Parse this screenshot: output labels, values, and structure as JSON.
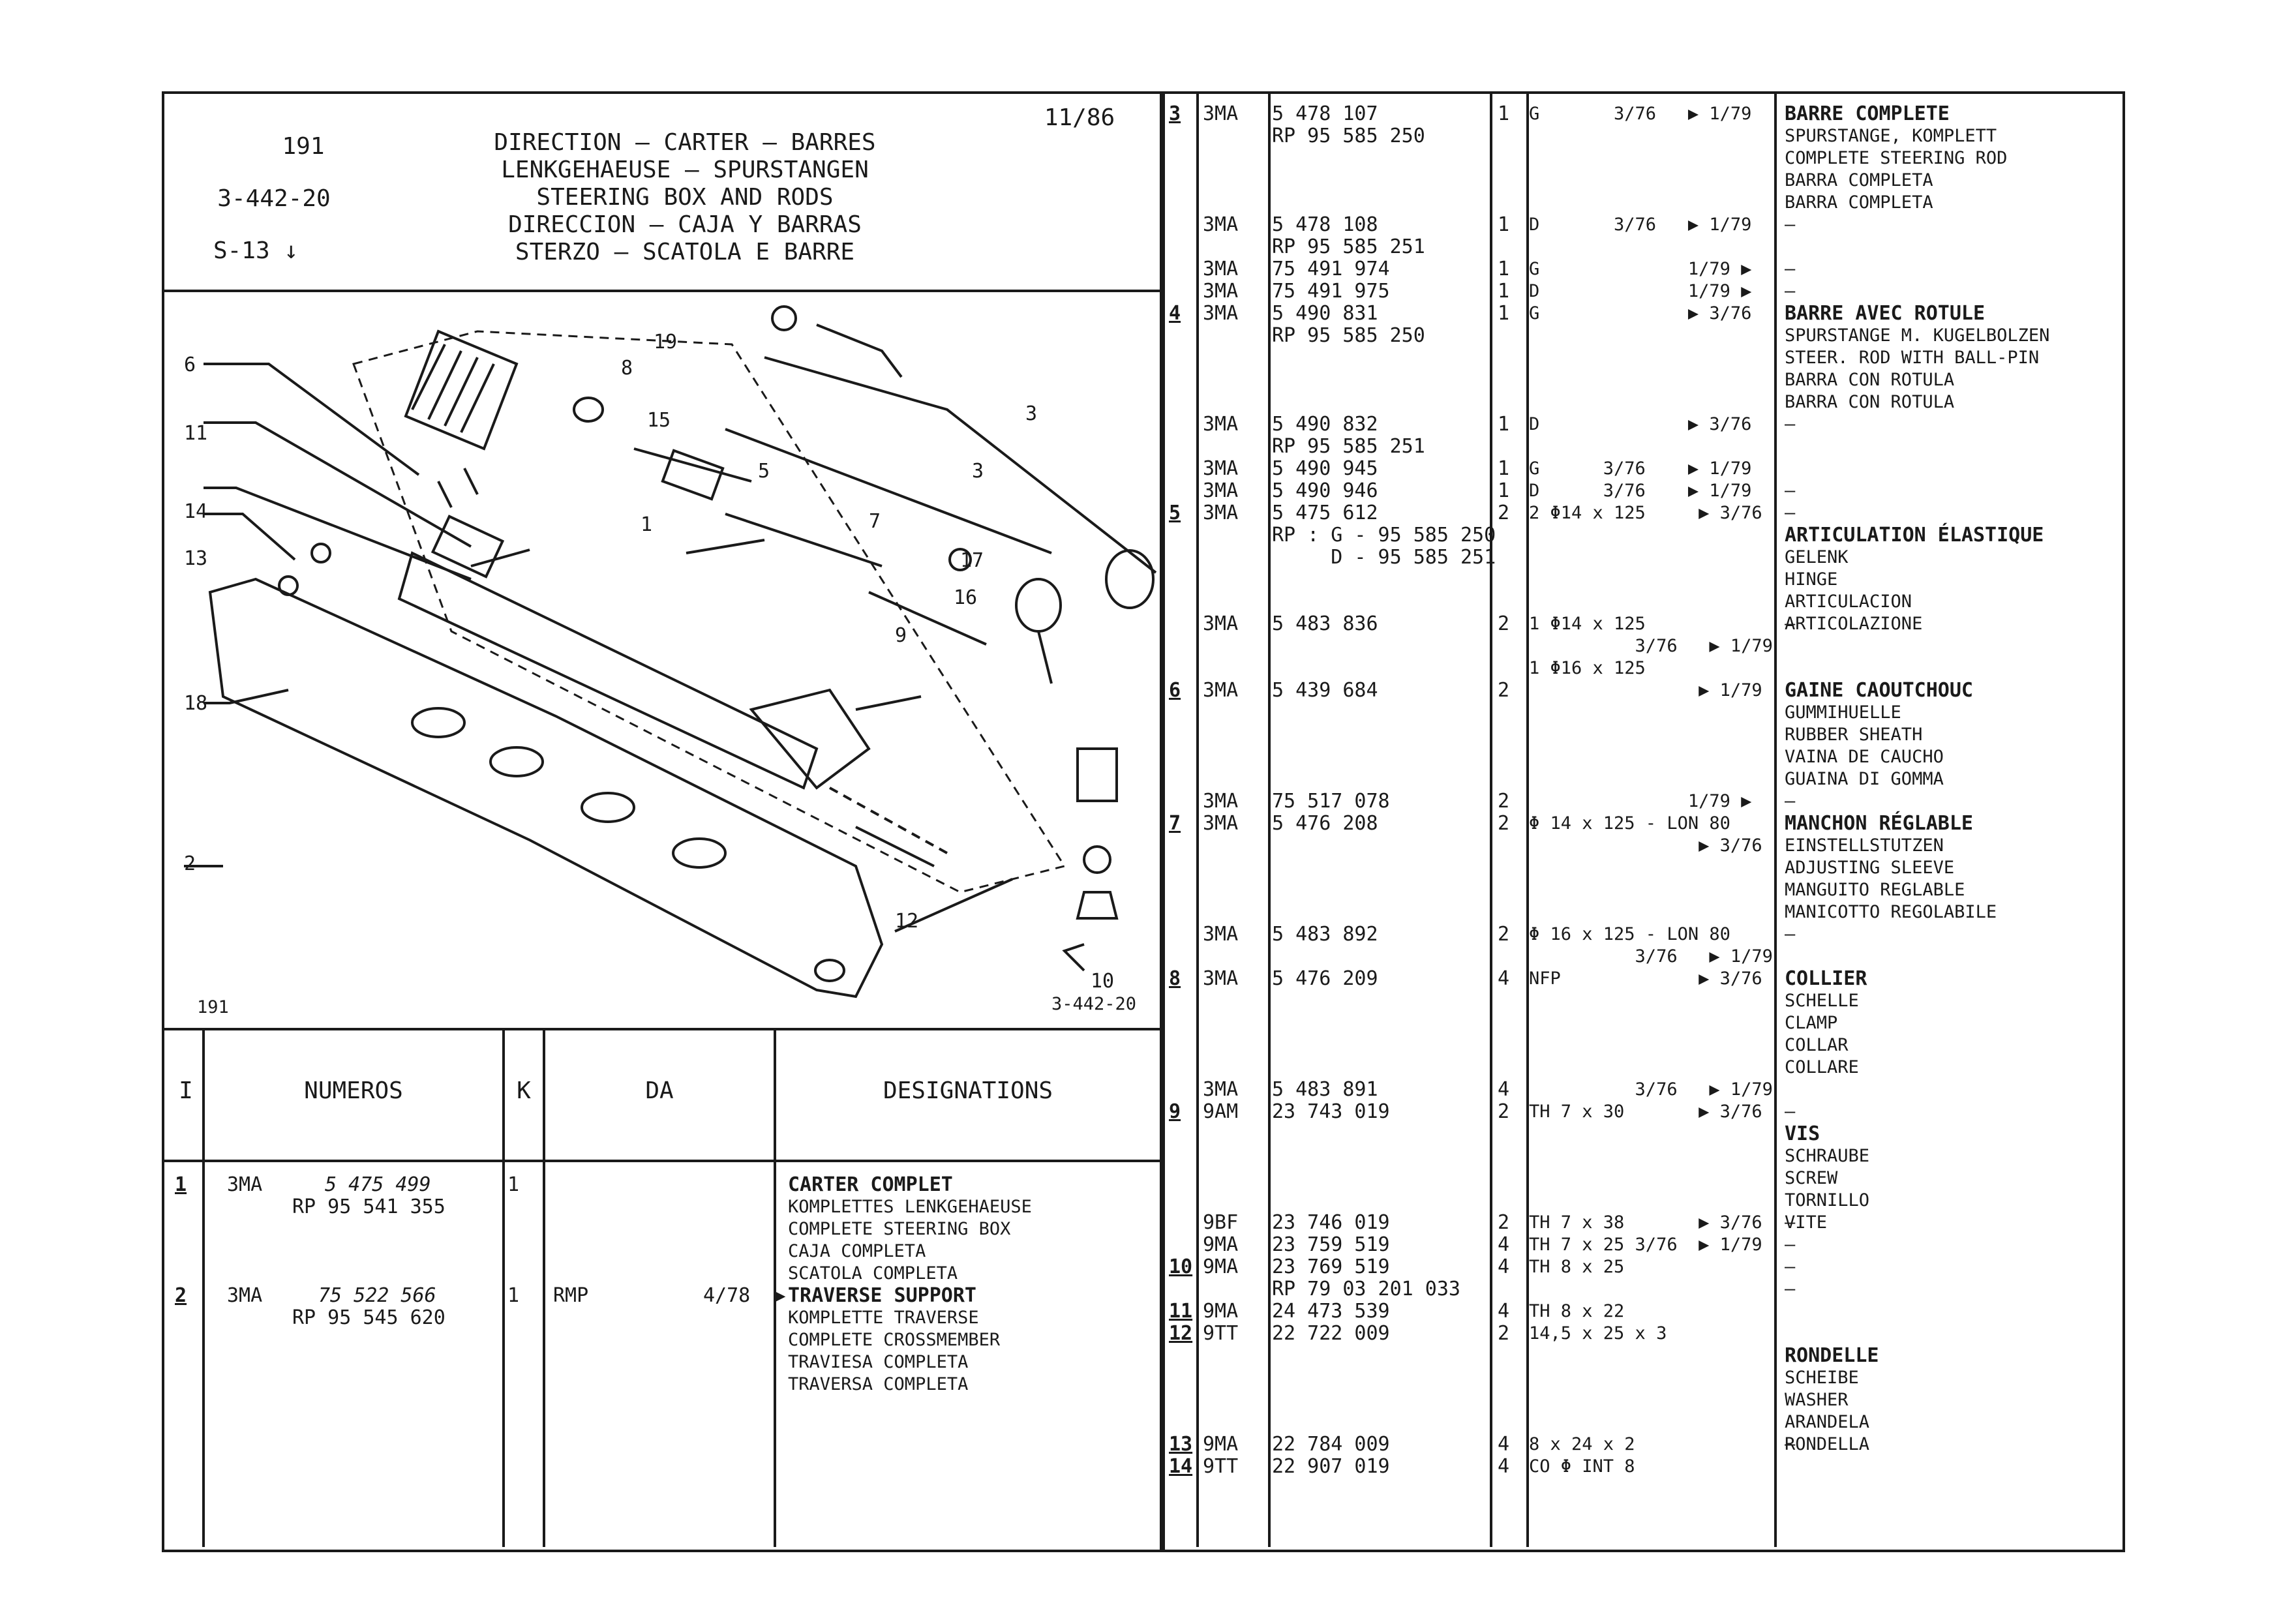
{
  "page": {
    "figure_number": "191",
    "group_code": "3-442-20",
    "section_code": "S-13",
    "section_arrow": "↓",
    "date": "11/86",
    "titles": [
      "DIRECTION – CARTER – BARRES",
      "LENKGEHAEUSE – SPURSTANGEN",
      "STEERING BOX AND RODS",
      "DIRECCION – CAJA Y BARRAS",
      "STERZO – SCATOLA E BARRE"
    ]
  },
  "diagram": {
    "figure_label": "191",
    "drawing_ref": "3-442-20",
    "callouts": [
      "1",
      "2",
      "3",
      "3",
      "5",
      "6",
      "7",
      "8",
      "9",
      "10",
      "11",
      "12",
      "13",
      "14",
      "15",
      "16",
      "17",
      "18",
      "19"
    ]
  },
  "table_header": {
    "col_index": "I",
    "col_numeros": "NUMEROS",
    "col_k": "K",
    "col_da": "DA",
    "col_designations": "DESIGNATIONS"
  },
  "left_rows": [
    {
      "idx": "1",
      "code": "3MA",
      "num1": "5 475 499",
      "num2": "RP 95 541 355",
      "k": "1",
      "da": "",
      "date": "",
      "designations": [
        "CARTER COMPLET",
        "KOMPLETTES LENKGEHAEUSE",
        "COMPLETE STEERING BOX",
        "CAJA COMPLETA",
        "SCATOLA COMPLETA"
      ]
    },
    {
      "idx": "2",
      "code": "3MA",
      "num1": "75 522 566",
      "num2": "RP 95 545 620",
      "k": "1",
      "da": "RMP",
      "date": "4/78  ▶",
      "designations": [
        "TRAVERSE SUPPORT",
        "KOMPLETTE TRAVERSE",
        "COMPLETE CROSSMEMBER",
        "TRAVIESA COMPLETA",
        "TRAVERSA COMPLETA"
      ]
    }
  ],
  "right_rows": [
    {
      "idx": "3",
      "code": "3MA",
      "num": "5 478 107",
      "k": "1",
      "da": "G       3/76   ▶ 1/79"
    },
    {
      "idx": "",
      "code": "",
      "num": "RP 95 585 250",
      "k": "",
      "da": ""
    },
    {
      "idx": "",
      "code": "3MA",
      "num": "5 478 108",
      "k": "1",
      "da": "D       3/76   ▶ 1/79"
    },
    {
      "idx": "",
      "code": "",
      "num": "RP 95 585 251",
      "k": "",
      "da": ""
    },
    {
      "idx": "",
      "code": "3MA",
      "num": "75 491 974",
      "k": "1",
      "da": "G              1/79 ▶"
    },
    {
      "idx": "",
      "code": "3MA",
      "num": "75 491 975",
      "k": "1",
      "da": "D              1/79 ▶"
    },
    {
      "idx": "4",
      "code": "3MA",
      "num": "5 490 831",
      "k": "1",
      "da": "G              ▶ 3/76"
    },
    {
      "idx": "",
      "code": "",
      "num": "RP 95 585 250",
      "k": "",
      "da": ""
    },
    {
      "idx": "",
      "code": "3MA",
      "num": "5 490 832",
      "k": "1",
      "da": "D              ▶ 3/76"
    },
    {
      "idx": "",
      "code": "",
      "num": "RP 95 585 251",
      "k": "",
      "da": ""
    },
    {
      "idx": "",
      "code": "3MA",
      "num": "5 490 945",
      "k": "1",
      "da": "G      3/76    ▶ 1/79"
    },
    {
      "idx": "",
      "code": "3MA",
      "num": "5 490 946",
      "k": "1",
      "da": "D      3/76    ▶ 1/79"
    },
    {
      "idx": "5",
      "code": "3MA",
      "num": "5 475 612",
      "k": "2",
      "da": "2 Φ14 x 125     ▶ 3/76"
    },
    {
      "idx": "",
      "code": "",
      "num": "RP : G - 95 585 250",
      "k": "",
      "da": ""
    },
    {
      "idx": "",
      "code": "",
      "num": "     D - 95 585 251",
      "k": "",
      "da": ""
    },
    {
      "idx": "",
      "code": "3MA",
      "num": "5 483 836",
      "k": "2",
      "da": "1 Φ14 x 125"
    },
    {
      "idx": "",
      "code": "",
      "num": "",
      "k": "",
      "da": "          3/76   ▶ 1/79"
    },
    {
      "idx": "",
      "code": "",
      "num": "",
      "k": "",
      "da": "1 Φ16 x 125"
    },
    {
      "idx": "6",
      "code": "3MA",
      "num": "5 439 684",
      "k": "2",
      "da": "                ▶ 1/79"
    },
    {
      "idx": "",
      "code": "3MA",
      "num": "75 517 078",
      "k": "2",
      "da": "               1/79 ▶"
    },
    {
      "idx": "7",
      "code": "3MA",
      "num": "5 476 208",
      "k": "2",
      "da": "Φ 14 x 125 - LON 80"
    },
    {
      "idx": "",
      "code": "",
      "num": "",
      "k": "",
      "da": "                ▶ 3/76"
    },
    {
      "idx": "",
      "code": "3MA",
      "num": "5 483 892",
      "k": "2",
      "da": "Φ 16 x 125 - LON 80"
    },
    {
      "idx": "",
      "code": "",
      "num": "",
      "k": "",
      "da": "          3/76   ▶ 1/79"
    },
    {
      "idx": "8",
      "code": "3MA",
      "num": "5 476 209",
      "k": "4",
      "da": "NFP             ▶ 3/76"
    },
    {
      "idx": "",
      "code": "3MA",
      "num": "5 483 891",
      "k": "4",
      "da": "          3/76   ▶ 1/79"
    },
    {
      "idx": "9",
      "code": "9AM",
      "num": "23 743 019",
      "k": "2",
      "da": "TH 7 x 30       ▶ 3/76"
    },
    {
      "idx": "",
      "code": "9BF",
      "num": "23 746 019",
      "k": "2",
      "da": "TH 7 x 38       ▶ 3/76"
    },
    {
      "idx": "",
      "code": "9MA",
      "num": "23 759 519",
      "k": "4",
      "da": "TH 7 x 25 3/76  ▶ 1/79"
    },
    {
      "idx": "10",
      "code": "9MA",
      "num": "23 769 519",
      "k": "4",
      "da": "TH 8 x 25"
    },
    {
      "idx": "",
      "code": "",
      "num": "RP 79 03 201 033",
      "k": "",
      "da": ""
    },
    {
      "idx": "11",
      "code": "9MA",
      "num": "24 473 539",
      "k": "4",
      "da": "TH 8 x 22"
    },
    {
      "idx": "12",
      "code": "9TT",
      "num": "22 722 009",
      "k": "2",
      "da": "14,5 x 25 x 3"
    },
    {
      "idx": "13",
      "code": "9MA",
      "num": "22 784 009",
      "k": "4",
      "da": "8 x 24 x 2"
    },
    {
      "idx": "14",
      "code": "9TT",
      "num": "22 907 019",
      "k": "4",
      "da": "CO Φ INT 8"
    }
  ],
  "designations_right": [
    {
      "bold": "BARRE COMPLETE",
      "lines": [
        "SPURSTANGE, KOMPLETT",
        "COMPLETE STEERING ROD",
        "BARRA COMPLETA",
        "BARRA COMPLETA"
      ]
    },
    {
      "bold": "",
      "lines": [
        "–"
      ]
    },
    {
      "bold": "",
      "lines": [
        "–"
      ]
    },
    {
      "bold": "",
      "lines": [
        "–"
      ]
    },
    {
      "bold": "BARRE AVEC ROTULE",
      "lines": [
        "SPURSTANGE M. KUGELBOLZEN",
        "STEER. ROD WITH BALL-PIN",
        "BARRA CON ROTULA",
        "BARRA CON ROTULA"
      ]
    },
    {
      "bold": "",
      "lines": [
        "–"
      ]
    },
    {
      "bold": "",
      "lines": [
        "–"
      ]
    },
    {
      "bold": "",
      "lines": [
        "–"
      ]
    },
    {
      "bold": "ARTICULATION ÉLASTIQUE",
      "lines": [
        "GELENK",
        "HINGE",
        "ARTICULACION",
        "ARTICOLAZIONE"
      ]
    },
    {
      "bold": "",
      "lines": [
        "–"
      ]
    },
    {
      "bold": "GAINE CAOUTCHOUC",
      "lines": [
        "GUMMIHUELLE",
        "RUBBER SHEATH",
        "VAINA DE CAUCHO",
        "GUAINA DI GOMMA"
      ]
    },
    {
      "bold": "",
      "lines": [
        "–"
      ]
    },
    {
      "bold": "MANCHON RÉGLABLE",
      "lines": [
        "EINSTELLSTUTZEN",
        "ADJUSTING SLEEVE",
        "MANGUITO REGLABLE",
        "MANICOTTO REGOLABILE"
      ]
    },
    {
      "bold": "",
      "lines": [
        "–"
      ]
    },
    {
      "bold": "COLLIER",
      "lines": [
        "SCHELLE",
        "CLAMP",
        "COLLAR",
        "COLLARE"
      ]
    },
    {
      "bold": "",
      "lines": [
        "–"
      ]
    },
    {
      "bold": "VIS",
      "lines": [
        "SCHRAUBE",
        "SCREW",
        "TORNILLO",
        "VITE"
      ]
    },
    {
      "bold": "",
      "lines": [
        "–"
      ]
    },
    {
      "bold": "",
      "lines": [
        "–"
      ]
    },
    {
      "bold": "",
      "lines": [
        "–"
      ]
    },
    {
      "bold": "",
      "lines": [
        "–"
      ]
    },
    {
      "bold": "RONDELLE",
      "lines": [
        "SCHEIBE",
        "WASHER",
        "ARANDELA",
        "RONDELLA"
      ]
    },
    {
      "bold": "",
      "lines": [
        "–"
      ]
    }
  ]
}
